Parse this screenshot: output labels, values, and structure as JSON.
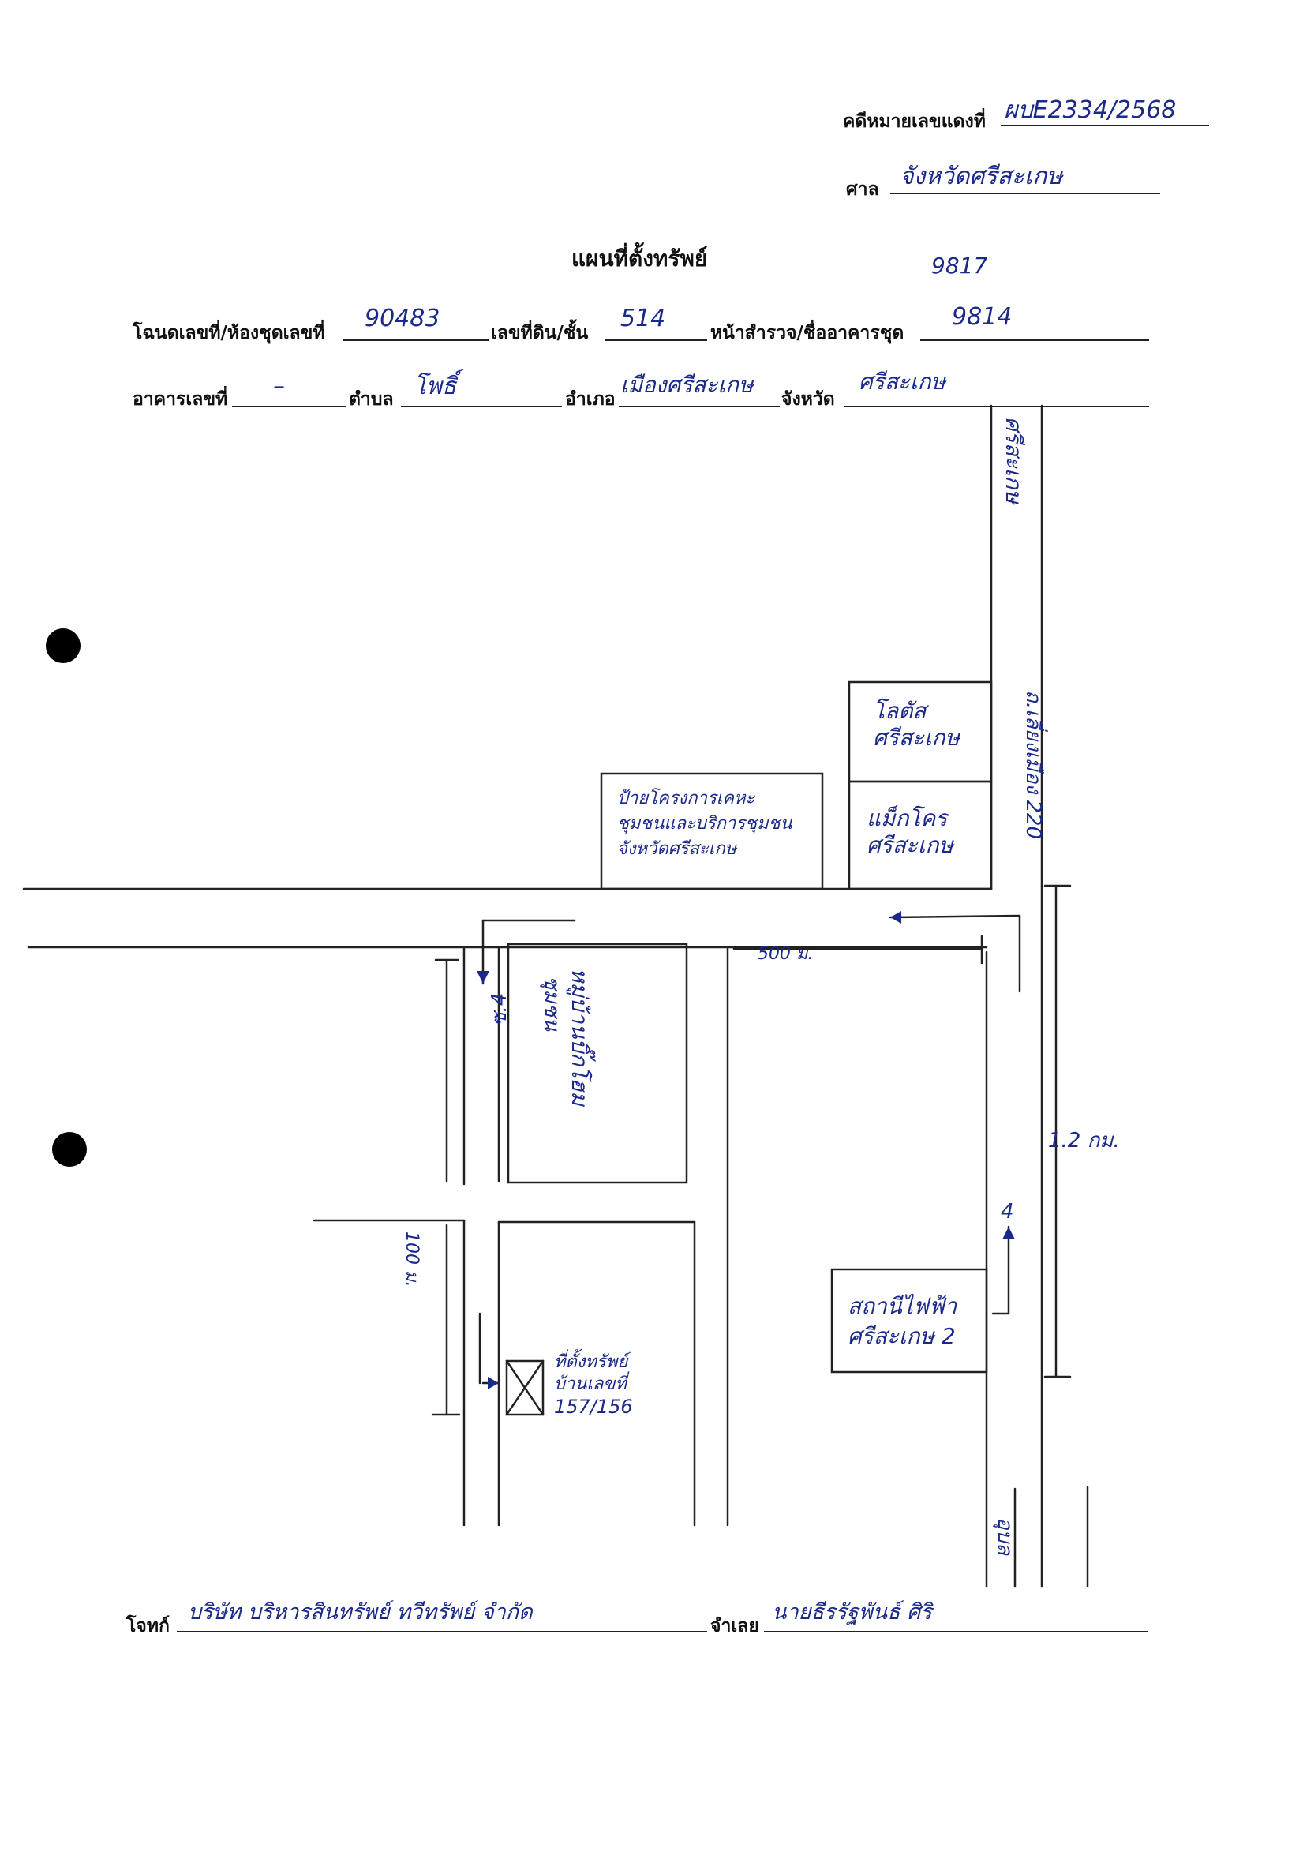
{
  "header": {
    "case_label": "คดีหมายเลขแดงที่",
    "case_value": "ผบE2334/2568",
    "court_label": "ศาล",
    "court_value": "จังหวัดศรีสะเกษ"
  },
  "title": "แผนที่ตั้งทรัพย์",
  "title_note": "9817",
  "deed": {
    "deed_label": "โฉนดเลขที่/ห้องชุดเลขที่",
    "deed_value": "90483",
    "land_no_label": "เลขที่ดิน/ชั้น",
    "land_no_value": "514",
    "survey_label": "หน้าสำรวจ/ชื่ออาคารชุด",
    "survey_value": "9814"
  },
  "location": {
    "building_label": "อาคารเลขที่",
    "building_value": "–",
    "subdistrict_label": "ตำบล",
    "subdistrict_value": "โพธิ์",
    "district_label": "อำเภอ",
    "district_value": "เมืองศรีสะเกษ",
    "province_label": "จังหวัด",
    "province_value": "ศรีสะเกษ"
  },
  "map": {
    "road_top_label": "ศรีสะเกษ",
    "road_main_label": "ถ.เลี่ยงเมือง 220",
    "lotus_label_1": "โลตัส",
    "lotus_label_2": "ศรีสะเกษ",
    "makro_label_1": "แม็กโคร",
    "makro_label_2": "ศรีสะเกษ",
    "sign_label_1": "ป้ายโครงการเคหะ",
    "sign_label_2": "ชุมชนและบริการชุมชน",
    "sign_label_3": "จังหวัดศรีสะเกษ",
    "soi_label": "ซ.4",
    "village_label_1": "หมู่บ้านบิ๊กโฮม",
    "village_label_2": "ชุมชน",
    "distance_500": "500 ม.",
    "distance_100": "100 ม.",
    "distance_1_2": "1.2 กม.",
    "arrow_4": "4",
    "station_label_1": "สถานีไฟฟ้า",
    "station_label_2": "ศรีสะเกษ 2",
    "property_label_1": "ที่ตั้งทรัพย์",
    "property_label_2": "บ้านเลขที่",
    "property_label_3": "157/156",
    "road_bottom_label": "อุบล"
  },
  "footer": {
    "plaintiff_label": "โจทก์",
    "plaintiff_value": "บริษัท บริหารสินทรัพย์ ทวีทรัพย์ จำกัด",
    "defendant_label": "จำเลย",
    "defendant_value": "นายธีรรัฐพันธ์ ศิริ"
  },
  "colors": {
    "ink": "#1b2a8a",
    "print": "#111111"
  }
}
